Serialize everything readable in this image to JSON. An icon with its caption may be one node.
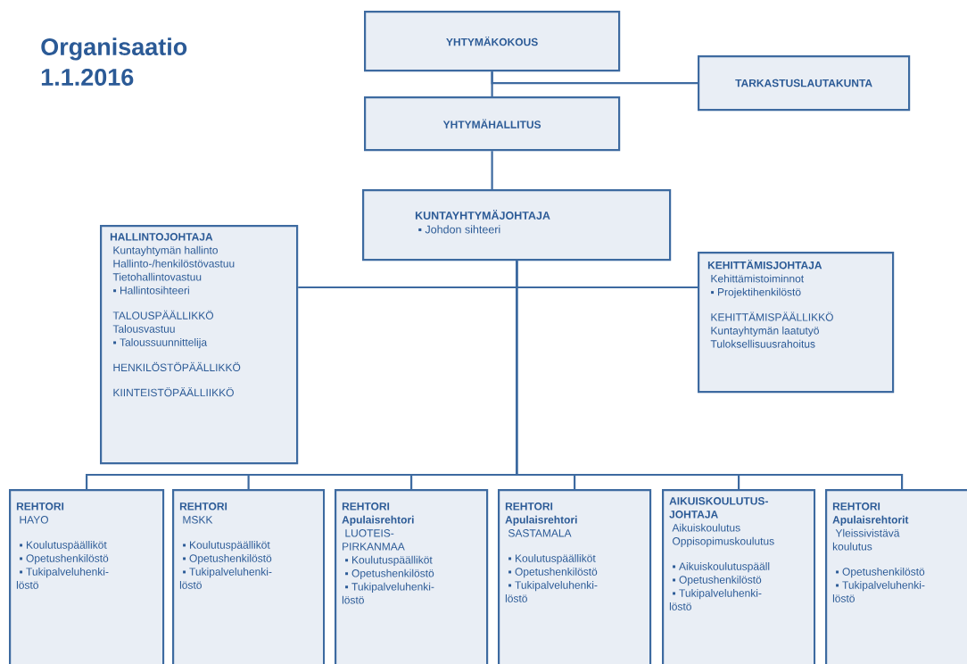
{
  "diagram": {
    "title": "Organisaatio 1.1.2016",
    "nodes": [
      {
        "text": [
          "YHTYMÄKOKOUS"
        ]
      },
      {
        "text": [
          "TARKASTUSLAUTAKUNTA"
        ]
      },
      {
        "text": [
          "YHTYMÄHALLITUS"
        ]
      },
      {
        "text": [
          "KUNTAYHTYMÄJOHTAJA",
          "▪ Johdon sihteeri"
        ]
      },
      {
        "text": [
          "HALLINTOJOHTAJA",
          "Kuntayhtymän hallinto",
          "Hallinto-/henkilöstövastuu",
          "Tietohallintovastuu",
          "▪ Hallintosihteeri",
          "TALOUSPÄÄLLIKKÖ",
          "Talousvastuu",
          "▪ Taloussuunnittelija",
          "HENKILÖSTÖPÄÄLLIKKÖ",
          "KIINTEISTÖPÄÄLLIIKKÖ"
        ]
      },
      {
        "text": [
          "KEHITTÄMISJOHTAJA",
          "Kehittämistoiminnot",
          "▪ Projektihenkilöstö",
          "KEHITTÄMISPÄÄLLIKKÖ",
          "Kuntayhtymän laatutyö",
          "Tuloksellisuusrahoitus"
        ]
      },
      {
        "text": [
          "REHTORI",
          "HAYO",
          "▪ Koulutuspäälliköt",
          "▪ Opetushenkilöstö",
          "▪ Tukipalveluhenki- löstö"
        ]
      },
      {
        "text": [
          "REHTORI",
          "MSKK",
          "▪ Koulutuspäälliköt",
          "▪ Opetushenkilöstö",
          "▪ Tukipalveluhenki- löstö"
        ]
      },
      {
        "text": [
          "REHTORI Apulaisrehtori",
          "LUOTEIS- PIRKANMAA",
          "▪ Koulutuspäälliköt",
          "▪ Opetushenkilöstö",
          "▪ Tukipalveluhenki- löstö"
        ]
      },
      {
        "text": [
          "REHTORI Apulaisrehtori",
          "SASTAMALA",
          "▪ Koulutuspäälliköt",
          "▪ Opetushenkilöstö",
          "▪ Tukipalveluhenki- löstö"
        ]
      },
      {
        "text": [
          "AIKUISKOULUTUS- JOHTAJA",
          "Aikuiskoulutus",
          "Oppisopimuskoulutus",
          "▪ Aikuiskoulutuspääll",
          "▪ Opetushenkilöstö",
          "▪ Tukipalveluhenki- löstö"
        ]
      },
      {
        "text": [
          "REHTORI Apulaisrehtorit",
          "Yleissivistävä koulutus",
          "▪ Opetushenkilöstö",
          "▪ Tukipalveluhenki- löstö"
        ]
      }
    ],
    "edges": [
      {
        "from": 0,
        "to": 2,
        "arrow": "none"
      },
      {
        "from": 1,
        "to": 0,
        "arrow": "none"
      },
      {
        "from": 2,
        "to": 3,
        "arrow": "none"
      },
      {
        "from": 3,
        "to": 4,
        "arrow": "none"
      },
      {
        "from": 3,
        "to": 5,
        "arrow": "none"
      },
      {
        "from": 3,
        "to": 6,
        "arrow": "none"
      },
      {
        "from": 3,
        "to": 7,
        "arrow": "none"
      },
      {
        "from": 3,
        "to": 8,
        "arrow": "none"
      },
      {
        "from": 3,
        "to": 9,
        "arrow": "none"
      },
      {
        "from": 3,
        "to": 10,
        "arrow": "none"
      },
      {
        "from": 3,
        "to": 11,
        "arrow": "none"
      }
    ]
  }
}
